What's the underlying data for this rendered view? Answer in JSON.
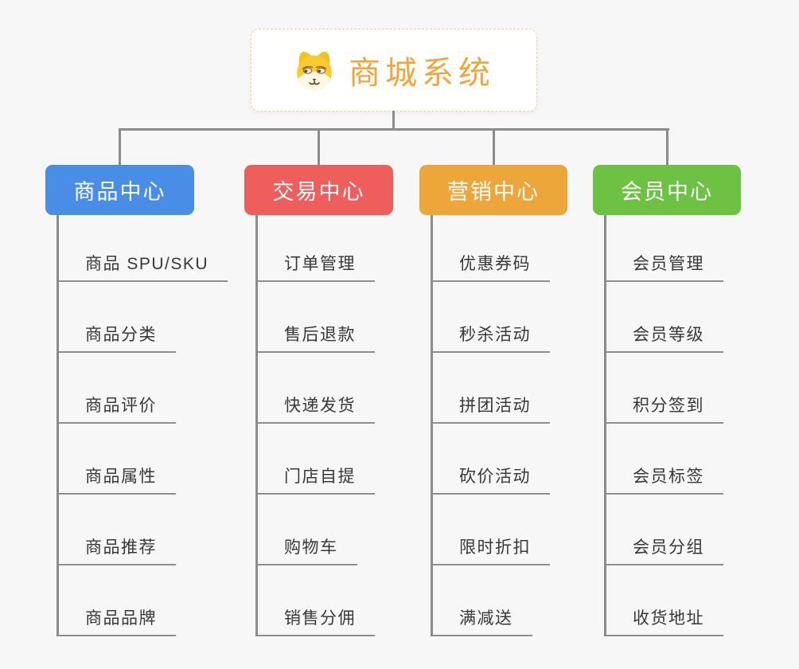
{
  "root": {
    "title": "商城系统",
    "icon": "shiba-dog-icon",
    "title_color": "#f0a63c",
    "border_color": "#f3cf93"
  },
  "connector_color": "#8c8c8c",
  "underline_color": "#8f8f8f",
  "branches": [
    {
      "label": "商品中心",
      "color": "#4a8de6",
      "children": [
        "商品 SPU/SKU",
        "商品分类",
        "商品评价",
        "商品属性",
        "商品推荐",
        "商品品牌"
      ]
    },
    {
      "label": "交易中心",
      "color": "#ed5e5c",
      "children": [
        "订单管理",
        "售后退款",
        "快递发货",
        "门店自提",
        "购物车",
        "销售分佣"
      ]
    },
    {
      "label": "营销中心",
      "color": "#eda63a",
      "children": [
        "优惠券码",
        "秒杀活动",
        "拼团活动",
        "砍价活动",
        "限时折扣",
        "满减送"
      ]
    },
    {
      "label": "会员中心",
      "color": "#6ec243",
      "children": [
        "会员管理",
        "会员等级",
        "积分签到",
        "会员标签",
        "会员分组",
        "收货地址"
      ]
    }
  ]
}
